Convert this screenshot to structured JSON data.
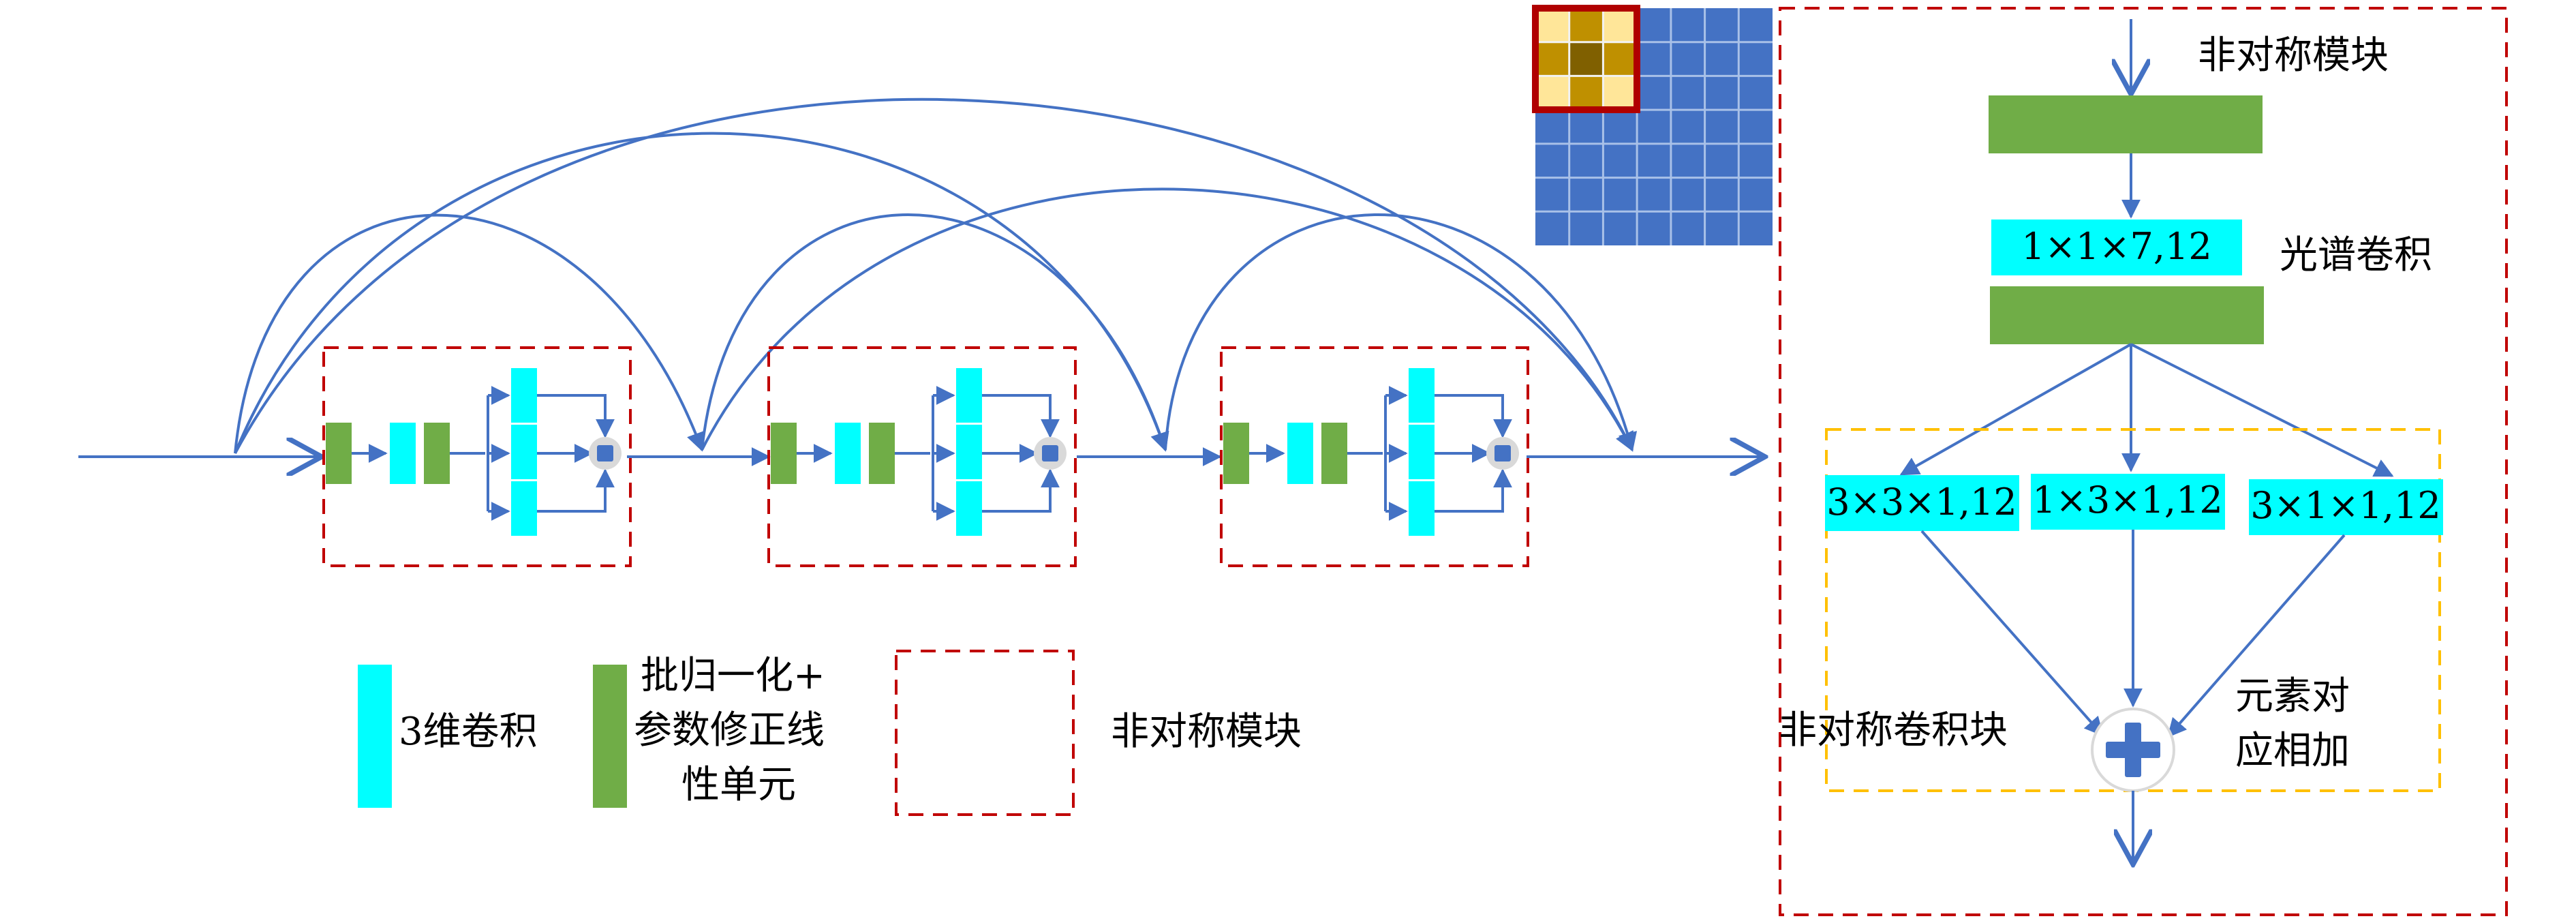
{
  "colors": {
    "arrow": "#4472C4",
    "conv3d": "#00FFFF",
    "bn_prelu": "#70AD47",
    "module_border": "#C00000",
    "branch_border": "#FFC000",
    "grid_blue": "#4472C4",
    "grid_line": "#A9C1E8",
    "highlight_border": "#B00000",
    "kernel_light": "#FFE699",
    "kernel_mid": "#BF9000",
    "kernel_dark": "#806000",
    "plus_fill": "#4472C4",
    "plus_ring": "#D9D9D9"
  },
  "legend": {
    "conv3d_label": "3维卷积",
    "bn_prelu_line1": "批归一化+",
    "bn_prelu_line2": "参数修正线",
    "bn_prelu_line3": "性单元",
    "module_label": "非对称模块"
  },
  "detail": {
    "title": "非对称模块",
    "spectral_kernel": "1×1×7,12",
    "spectral_label": "光谱卷积",
    "branch_kernels": [
      "3×3×1,12",
      "1×3×1,12",
      "3×1×1,12"
    ],
    "branch_label": "非对称卷积块",
    "sum_label_line1": "元素对",
    "sum_label_line2": "应相加"
  },
  "icons": {
    "sum": "plus-circle-icon",
    "small_sum": "square-node-icon"
  }
}
